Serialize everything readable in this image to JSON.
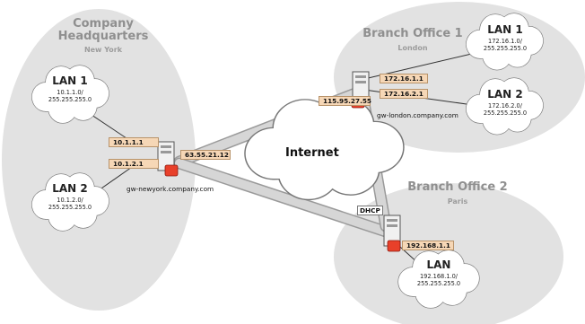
{
  "hq": {
    "title_line1": "Company",
    "title_line2": "Headquarters",
    "city": "New York",
    "lan1": {
      "name": "LAN 1",
      "line1": "10.1.1.0/",
      "line2": "255.255.255.0"
    },
    "lan2": {
      "name": "LAN 2",
      "line1": "10.1.2.0/",
      "line2": "255.255.255.0"
    },
    "ip_lan1": "10.1.1.1",
    "ip_lan2": "10.1.2.1",
    "ip_wan": "63.55.21.12",
    "hostname": "gw-newyork.company.com"
  },
  "branch1": {
    "title": "Branch Office 1",
    "city": "London",
    "lan1": {
      "name": "LAN 1",
      "line1": "172.16.1.0/",
      "line2": "255.255.255.0"
    },
    "lan2": {
      "name": "LAN 2",
      "line1": "172.16.2.0/",
      "line2": "255.255.255.0"
    },
    "ip_lan1": "172.16.1.1",
    "ip_lan2": "172.16.2.1",
    "ip_wan": "115.95.27.55",
    "hostname": "gw-london.company.com"
  },
  "branch2": {
    "title": "Branch Office 2",
    "city": "Paris",
    "lan": {
      "name": "LAN",
      "line1": "192.168.1.0/",
      "line2": "255.255.255.0"
    },
    "ip_lan": "192.168.1.1",
    "wan_label": "DHCP"
  },
  "internet": {
    "label": "Internet"
  },
  "colors": {
    "zone_fill": "#e2e2e2",
    "tunnel": "#c9c9c9",
    "cloud_fill": "#ffffff",
    "ip_tag_fill": "#f6d7b6",
    "firewall_badge": "#e8402a"
  },
  "icons": {
    "gateway": "firewall-gateway-icon",
    "lan": "lan-cloud-icon",
    "internet": "internet-cloud-icon"
  }
}
